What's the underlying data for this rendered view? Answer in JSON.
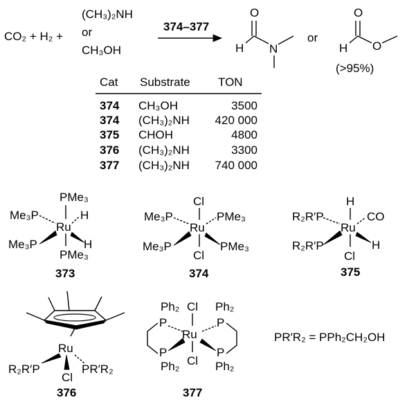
{
  "reaction": {
    "reactants_left": "CO₂ + H₂ +",
    "reagent_1": "(CH₃)₂NH",
    "reagent_or": "or",
    "reagent_2": "CH₃OH",
    "catalysts": "374–377",
    "product_or": "or",
    "formate_yield": "(>95%)",
    "atoms": {
      "O": "O",
      "H": "H",
      "N": "N"
    }
  },
  "table": {
    "headers": [
      "Cat",
      "Substrate",
      "TON"
    ],
    "rows": [
      {
        "cat": "374",
        "substrate": "CH₃OH",
        "ton": "3500"
      },
      {
        "cat": "374",
        "substrate": "(CH₃)₂NH",
        "ton": "420 000"
      },
      {
        "cat": "375",
        "substrate": "CHOH",
        "ton": "4800"
      },
      {
        "cat": "376",
        "substrate": "(CH₃)₂NH",
        "ton": "3300"
      },
      {
        "cat": "377",
        "substrate": "(CH₃)₂NH",
        "ton": "740 000"
      }
    ]
  },
  "complexes": {
    "c373": {
      "label": "373",
      "top": "PMe₃",
      "bottom": "PMe₃",
      "ul": "Me₃P",
      "ll": "Me₃P",
      "ur": "H",
      "lr": "H",
      "metal": "Ru"
    },
    "c374": {
      "label": "374",
      "top": "Cl",
      "bottom": "Cl",
      "ul": "Me₃P",
      "ll": "Me₃P",
      "ur": "PMe₃",
      "lr": "PMe₃",
      "metal": "Ru"
    },
    "c375": {
      "label": "375",
      "top": "H",
      "bottom": "Cl",
      "ul": "R₂R′P",
      "ll": "R₂R′P",
      "ur": "CO",
      "lr": "H",
      "metal": "Ru"
    },
    "c376": {
      "label": "376",
      "metal": "Ru",
      "left": "R₂R′P",
      "right": "PR′R₂",
      "bottom": "Cl"
    },
    "c377": {
      "label": "377",
      "metal": "Ru",
      "top": "Cl",
      "bottom": "Cl",
      "ph2": "Ph₂",
      "p": "P"
    }
  },
  "definition": "PR′R₂ = PPh₂CH₂OH"
}
